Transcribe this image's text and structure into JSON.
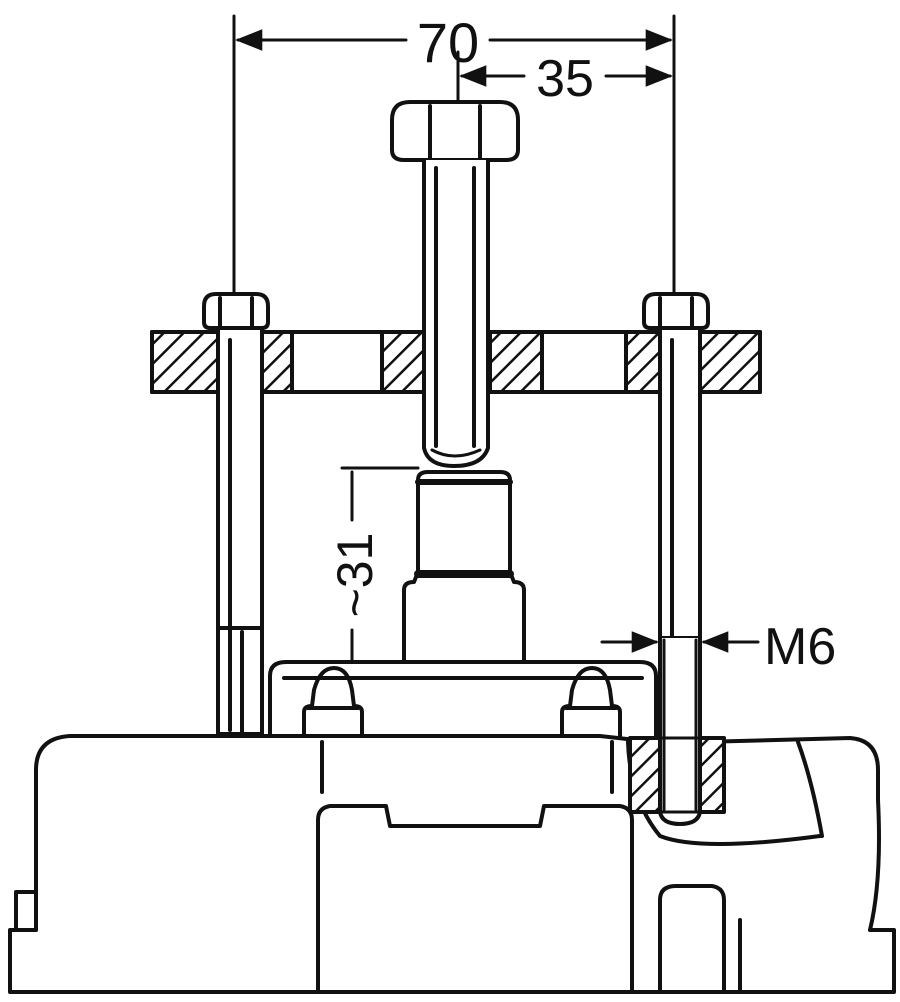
{
  "diagram": {
    "dimensions": {
      "overall_spacing": "70",
      "half_spacing": "35",
      "height": "~31",
      "thread": "M6"
    },
    "colors": {
      "ink": "#111111",
      "background": "#ffffff"
    }
  }
}
